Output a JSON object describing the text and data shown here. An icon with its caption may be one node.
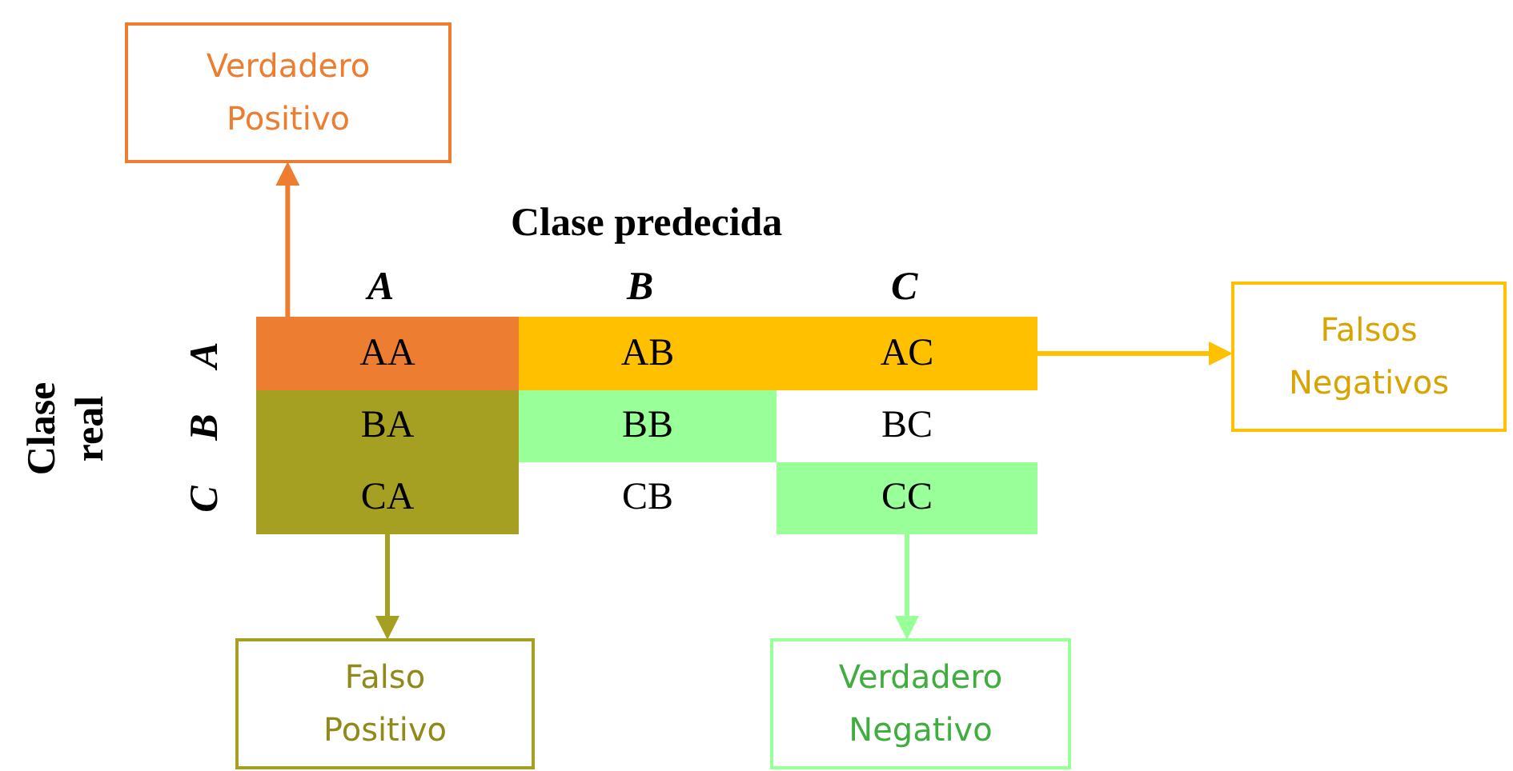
{
  "diagram": {
    "nodes": [
      {
        "text": [
          "Verdadero Positivo"
        ]
      },
      {
        "text": [
          "Falsos Negativos"
        ]
      },
      {
        "text": [
          "Falso Positivo"
        ]
      },
      {
        "text": [
          "Verdadero Negativo"
        ]
      },
      {
        "text": [
          "AA"
        ]
      },
      {
        "text": [
          "AB"
        ]
      },
      {
        "text": [
          "AC"
        ]
      },
      {
        "text": [
          "BA"
        ]
      },
      {
        "text": [
          "BB"
        ]
      },
      {
        "text": [
          "BC"
        ]
      },
      {
        "text": [
          "CA"
        ]
      },
      {
        "text": [
          "CB"
        ]
      },
      {
        "text": [
          "CC"
        ]
      }
    ],
    "edges": [
      {
        "from": 4,
        "to": 0,
        "arrow": "to",
        "color": "#ed7d31"
      },
      {
        "from": 6,
        "to": 1,
        "arrow": "to",
        "color": "#ffc000"
      },
      {
        "from": 10,
        "to": 2,
        "arrow": "to",
        "color": "#a5a021"
      },
      {
        "from": 12,
        "to": 3,
        "arrow": "to",
        "color": "#99ff99"
      }
    ],
    "labels": [
      "Clase predecida",
      "A",
      "B",
      "C",
      "Clase real",
      "A",
      "B",
      "C"
    ]
  }
}
